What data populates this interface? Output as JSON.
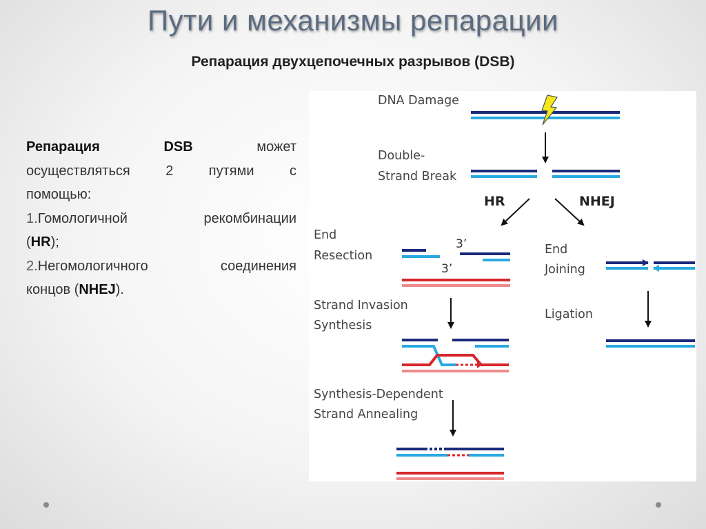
{
  "slide": {
    "title": "Пути и механизмы репарации",
    "subtitle": "Репарация двухцепочечных разрывов (DSB)"
  },
  "body": {
    "line1": [
      "Репарация",
      "DSB",
      "может"
    ],
    "line2": [
      "осуществляться",
      "2",
      "путями",
      "с"
    ],
    "line3": "помощью:",
    "item1_num": "1.",
    "item1_line1": [
      "Гомологичной",
      "рекомбинации"
    ],
    "item1_open": "(",
    "item1_abbr": "HR",
    "item1_close": ");",
    "item2_num": "2.",
    "item2_line1": [
      "Негомологичного",
      "соединения"
    ],
    "item2_pre": "концов (",
    "item2_abbr": "NHEJ",
    "item2_close": ")."
  },
  "diagram": {
    "labels": {
      "dna_damage": "DNA Damage",
      "double_strand_1": "Double-",
      "double_strand_2": "Strand Break",
      "hr": "HR",
      "nhej": "NHEJ",
      "end_resection_1": "End",
      "end_resection_2": "Resection",
      "end_joining_1": "End",
      "end_joining_2": "Joining",
      "strand_invasion_1": "Strand Invasion",
      "strand_invasion_2": "Synthesis",
      "ligation": "Ligation",
      "sdsa_1": "Synthesis-Dependent",
      "sdsa_2": "Strand Annealing",
      "prime_top": "3’",
      "prime_bottom": "3’"
    },
    "colors": {
      "dark_blue": "#1a2a7a",
      "light_blue": "#29a9e1",
      "red": "#d7262b",
      "pink": "#f08a8c",
      "lightning": "#f3e81c"
    }
  }
}
